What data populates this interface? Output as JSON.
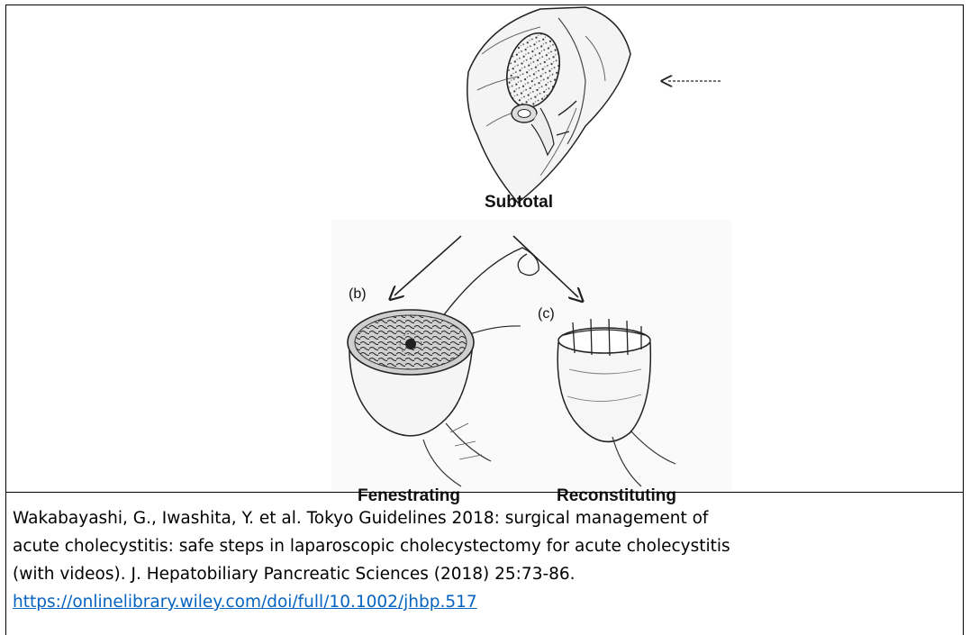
{
  "figure": {
    "labels": {
      "subtotal": "Subtotal",
      "b": "(b)",
      "c": "(c)",
      "fenestrating": "Fenestrating",
      "reconstituting": "Reconstituting"
    }
  },
  "caption": {
    "lines": [
      "Wakabayashi, G., Iwashita, Y. et al. Tokyo Guidelines 2018: surgical management of",
      "acute cholecystitis: safe steps in laparoscopic cholecystectomy for acute cholecystitis",
      "(with videos). J. Hepatobiliary Pancreatic Sciences (2018) 25:73-86."
    ],
    "link": "https://onlinelibrary.wiley.com/doi/full/10.1002/jhbp.517"
  }
}
